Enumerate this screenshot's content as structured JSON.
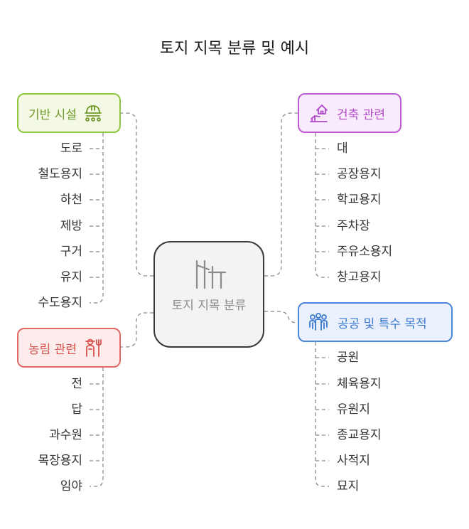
{
  "title": "토지 지목 분류 및 예시",
  "center": {
    "label": "토지 지목 분류",
    "icon": "fence-posts-icon"
  },
  "categories": {
    "infrastructure": {
      "label": "기반 시설",
      "icon": "construction-helmet-icon",
      "color": "#8ec63f",
      "items": [
        "도로",
        "철도용지",
        "하천",
        "제방",
        "구거",
        "유지",
        "수도용지"
      ]
    },
    "building": {
      "label": "건축 관련",
      "icon": "house-hand-icon",
      "color": "#bf5ad6",
      "items": [
        "대",
        "공장용지",
        "학교용지",
        "주차장",
        "주유소용지",
        "창고용지"
      ]
    },
    "agriculture": {
      "label": "농림 관련",
      "icon": "farmer-pitchfork-icon",
      "color": "#e06a66",
      "items": [
        "전",
        "답",
        "과수원",
        "목장용지",
        "임야"
      ]
    },
    "public": {
      "label": "공공 및 특수 목적",
      "icon": "people-group-icon",
      "color": "#4a86d9",
      "items": [
        "공원",
        "체육용지",
        "유원지",
        "종교용지",
        "사적지",
        "묘지"
      ]
    }
  }
}
